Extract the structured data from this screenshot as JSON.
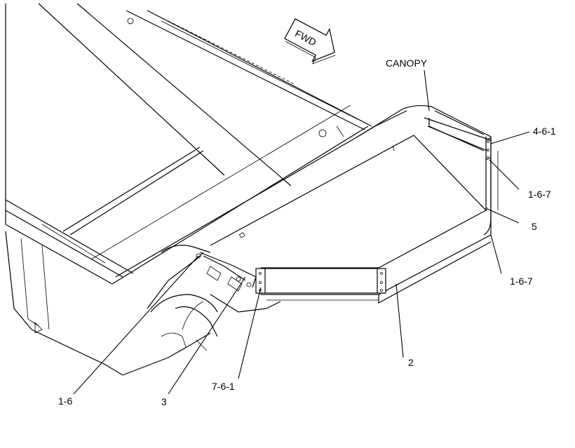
{
  "arrow": {
    "label": "FWD"
  },
  "callouts": {
    "canopy": "CANOPY",
    "c_4_6_1": "4-6-1",
    "c_1_6_7_upper": "1-6-7",
    "c_5": "5",
    "c_1_6_7_lower": "1-6-7",
    "c_2": "2",
    "c_7_6_1": "7-6-1",
    "c_3": "3",
    "c_1_6": "1-6"
  }
}
